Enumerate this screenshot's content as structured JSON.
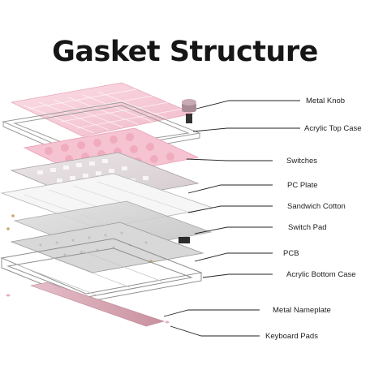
{
  "title": "Gasket Structure",
  "labels": {
    "metal_knob": "Metal Knob",
    "acrylic_top_case": "Acrylic Top Case",
    "switches": "Switches",
    "pc_plate": "PC Plate",
    "sandwich_cotton": "Sandwich Cotton",
    "switch_pad": "Switch Pad",
    "pcb": "PCB",
    "acrylic_bottom_case": "Acrylic Bottom Case",
    "metal_nameplate": "Metal Nameplate",
    "keyboard_pads": "Keyboard Pads"
  },
  "colors": {
    "keycap_pink": "#f4c7d3",
    "switch_pink": "#f0a9bd",
    "leader_line": "#222222",
    "nameplate": "#d9a9b6"
  }
}
